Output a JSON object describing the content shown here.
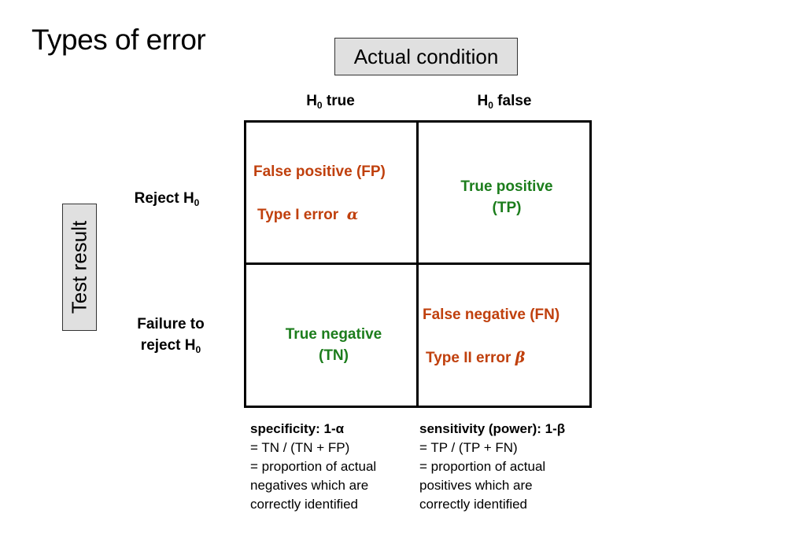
{
  "title": "Types of error",
  "actual_condition_label": "Actual condition",
  "test_result_label": "Test result",
  "columns": [
    {
      "label": "H",
      "sub": "0",
      "suffix": " true"
    },
    {
      "label": "H",
      "sub": "0",
      "suffix": " false"
    }
  ],
  "rows": [
    {
      "line1": "Reject H",
      "sub": "0"
    },
    {
      "line1": "Failure to",
      "line2": "reject H",
      "sub": "0"
    }
  ],
  "cells": {
    "fp_label": "False positive (FP)",
    "type1_label": "Type I error",
    "alpha_symbol": "α",
    "tp_line1": "True positive",
    "tp_line2": "(TP)",
    "tn_line1": "True negative",
    "tn_line2": "(TN)",
    "fn_label": "False negative (FN)",
    "type2_label": "Type II error",
    "beta_symbol": "β"
  },
  "notes": {
    "specificity": {
      "heading": "specificity: 1-α",
      "lines": [
        "= TN / (TN + FP)",
        "= proportion of actual",
        "negatives which are",
        "correctly identified"
      ]
    },
    "sensitivity": {
      "heading": "sensitivity (power): 1-β",
      "lines": [
        "= TP / (TP + FN)",
        "= proportion of actual",
        "positives which are",
        "correctly identified"
      ]
    }
  },
  "colors": {
    "error": "#c0400d",
    "correct": "#1c7d1c",
    "label_box": "#e0e0e0"
  }
}
